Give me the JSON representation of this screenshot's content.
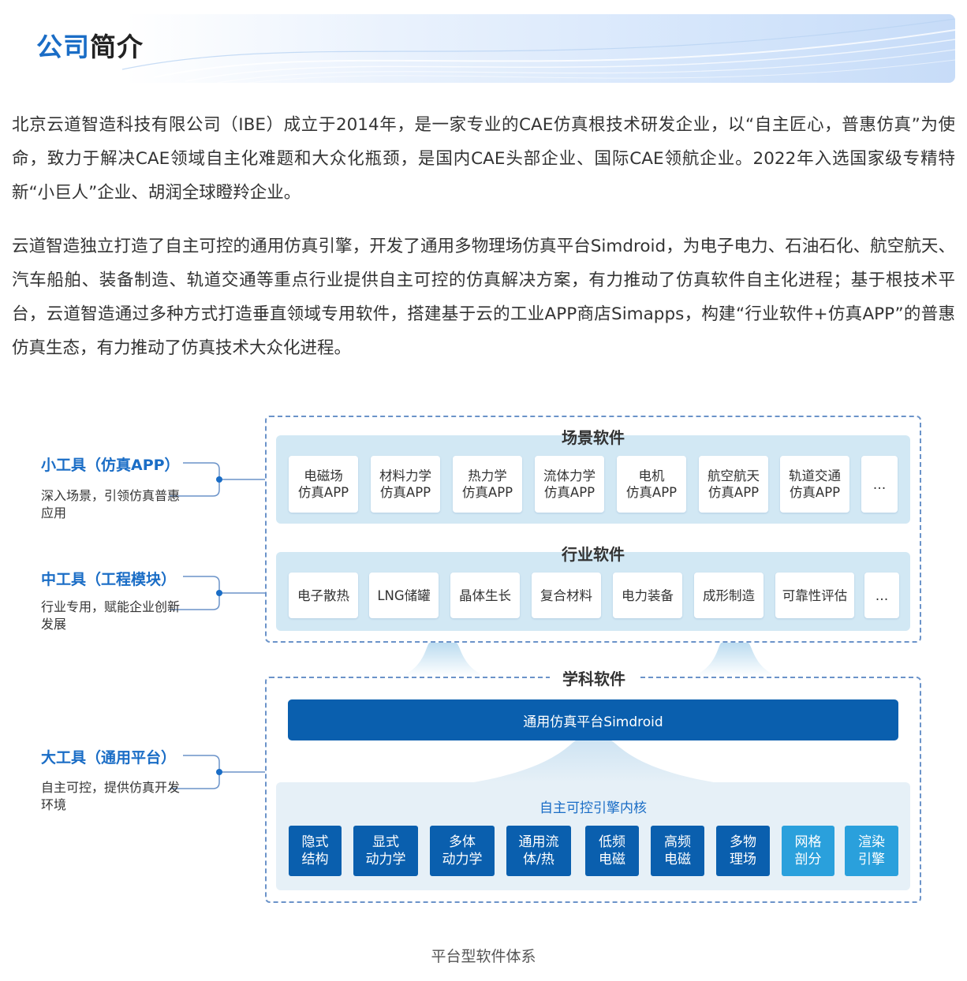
{
  "header": {
    "title_part1": "公司",
    "title_part2": "简介"
  },
  "intro": {
    "paragraph1": "北京云道智造科技有限公司（IBE）成立于2014年，是一家专业的CAE仿真根技术研发企业，以“自主匠心，普惠仿真”为使命，致力于解决CAE领域自主化难题和大众化瓶颈，是国内CAE头部企业、国际CAE领航企业。2022年入选国家级专精特新“小巨人”企业、胡润全球瞪羚企业。",
    "paragraph2": "云道智造独立打造了自主可控的通用仿真引擎，开发了通用多物理场仿真平台Simdroid，为电子电力、石油石化、航空航天、汽车船舶、装备制造、轨道交通等重点行业提供自主可控的仿真解决方案，有力推动了仿真软件自主化进程；基于根技术平台，云道智造通过多种方式打造垂直领域专用软件，搭建基于云的工业APP商店Simapps，构建“行业软件+仿真APP”的普惠仿真生态，有力推动了仿真技术大众化进程。"
  },
  "diagram": {
    "left_labels": [
      {
        "title": "小工具（仿真APP）",
        "desc": "深入场景，引领仿真普惠应用"
      },
      {
        "title": "中工具（工程模块）",
        "desc": "行业专用，赋能企业创新发展"
      },
      {
        "title": "大工具（通用平台）",
        "desc": "自主可控，提供仿真开发环境"
      }
    ],
    "scene_layer": {
      "title": "场景软件",
      "items": [
        "电磁场\n仿真APP",
        "材料力学\n仿真APP",
        "热力学\n仿真APP",
        "流体力学\n仿真APP",
        "电机\n仿真APP",
        "航空航天\n仿真APP",
        "轨道交通\n仿真APP",
        "…"
      ]
    },
    "industry_layer": {
      "title": "行业软件",
      "items": [
        "电子散热",
        "LNG储罐",
        "晶体生长",
        "复合材料",
        "电力装备",
        "成形制造",
        "可靠性评估",
        "…"
      ]
    },
    "discipline_layer": {
      "title": "学科软件",
      "platform": "通用仿真平台Simdroid",
      "engine_title": "自主可控引擎内核",
      "engine_items": [
        "隐式\n结构",
        "显式\n动力学",
        "多体\n动力学",
        "通用流\n体/热",
        "低频\n电磁",
        "高频\n电磁",
        "多物\n理场",
        "网格\n剖分",
        "渲染\n引擎"
      ]
    },
    "caption": "平台型软件体系",
    "colors": {
      "dark_blue": "#0a5fae",
      "light_blue": "#2aa0dc",
      "layer_bg": "#d2e8f4",
      "dash_border": "#6b93c9",
      "accent": "#1a6dc6"
    }
  }
}
